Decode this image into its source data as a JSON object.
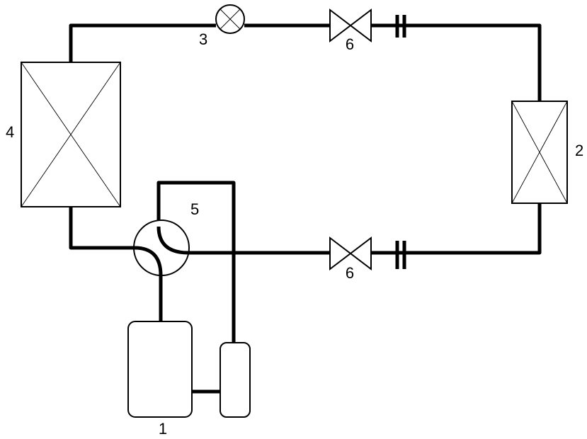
{
  "labels": {
    "compressor": "1",
    "indoor_unit": "2",
    "expansion_valve": "3",
    "outdoor_heat_exchanger": "4",
    "four_way_valve": "5",
    "stop_valve_upper": "6",
    "stop_valve_lower": "6"
  },
  "colors": {
    "line": "#000000",
    "background": "#ffffff"
  }
}
